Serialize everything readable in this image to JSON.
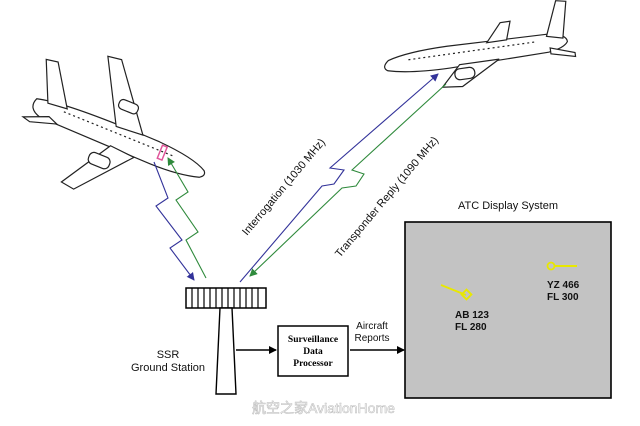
{
  "labels": {
    "interrogation": "Interrogation (1030 MHz)",
    "transponder_reply": "Transponder Reply (1090 MHz)",
    "atc_display_title": "ATC Display System",
    "ssr_line1": "SSR",
    "ssr_line2": "Ground Station",
    "processor_line1": "Surveillance",
    "processor_line2": "Data",
    "processor_line3": "Processor",
    "reports_line1": "Aircraft",
    "reports_line2": "Reports",
    "watermark": "航空之家AviationHome"
  },
  "targets": [
    {
      "callsign": "AB 123",
      "flight_level": "FL 280"
    },
    {
      "callsign": "YZ 466",
      "flight_level": "FL 300"
    }
  ],
  "colors": {
    "interrogation_signal": "#33339a",
    "reply_signal": "#2f8a3c",
    "display_background": "#c3c3c3",
    "target_symbol": "#e8e800"
  }
}
